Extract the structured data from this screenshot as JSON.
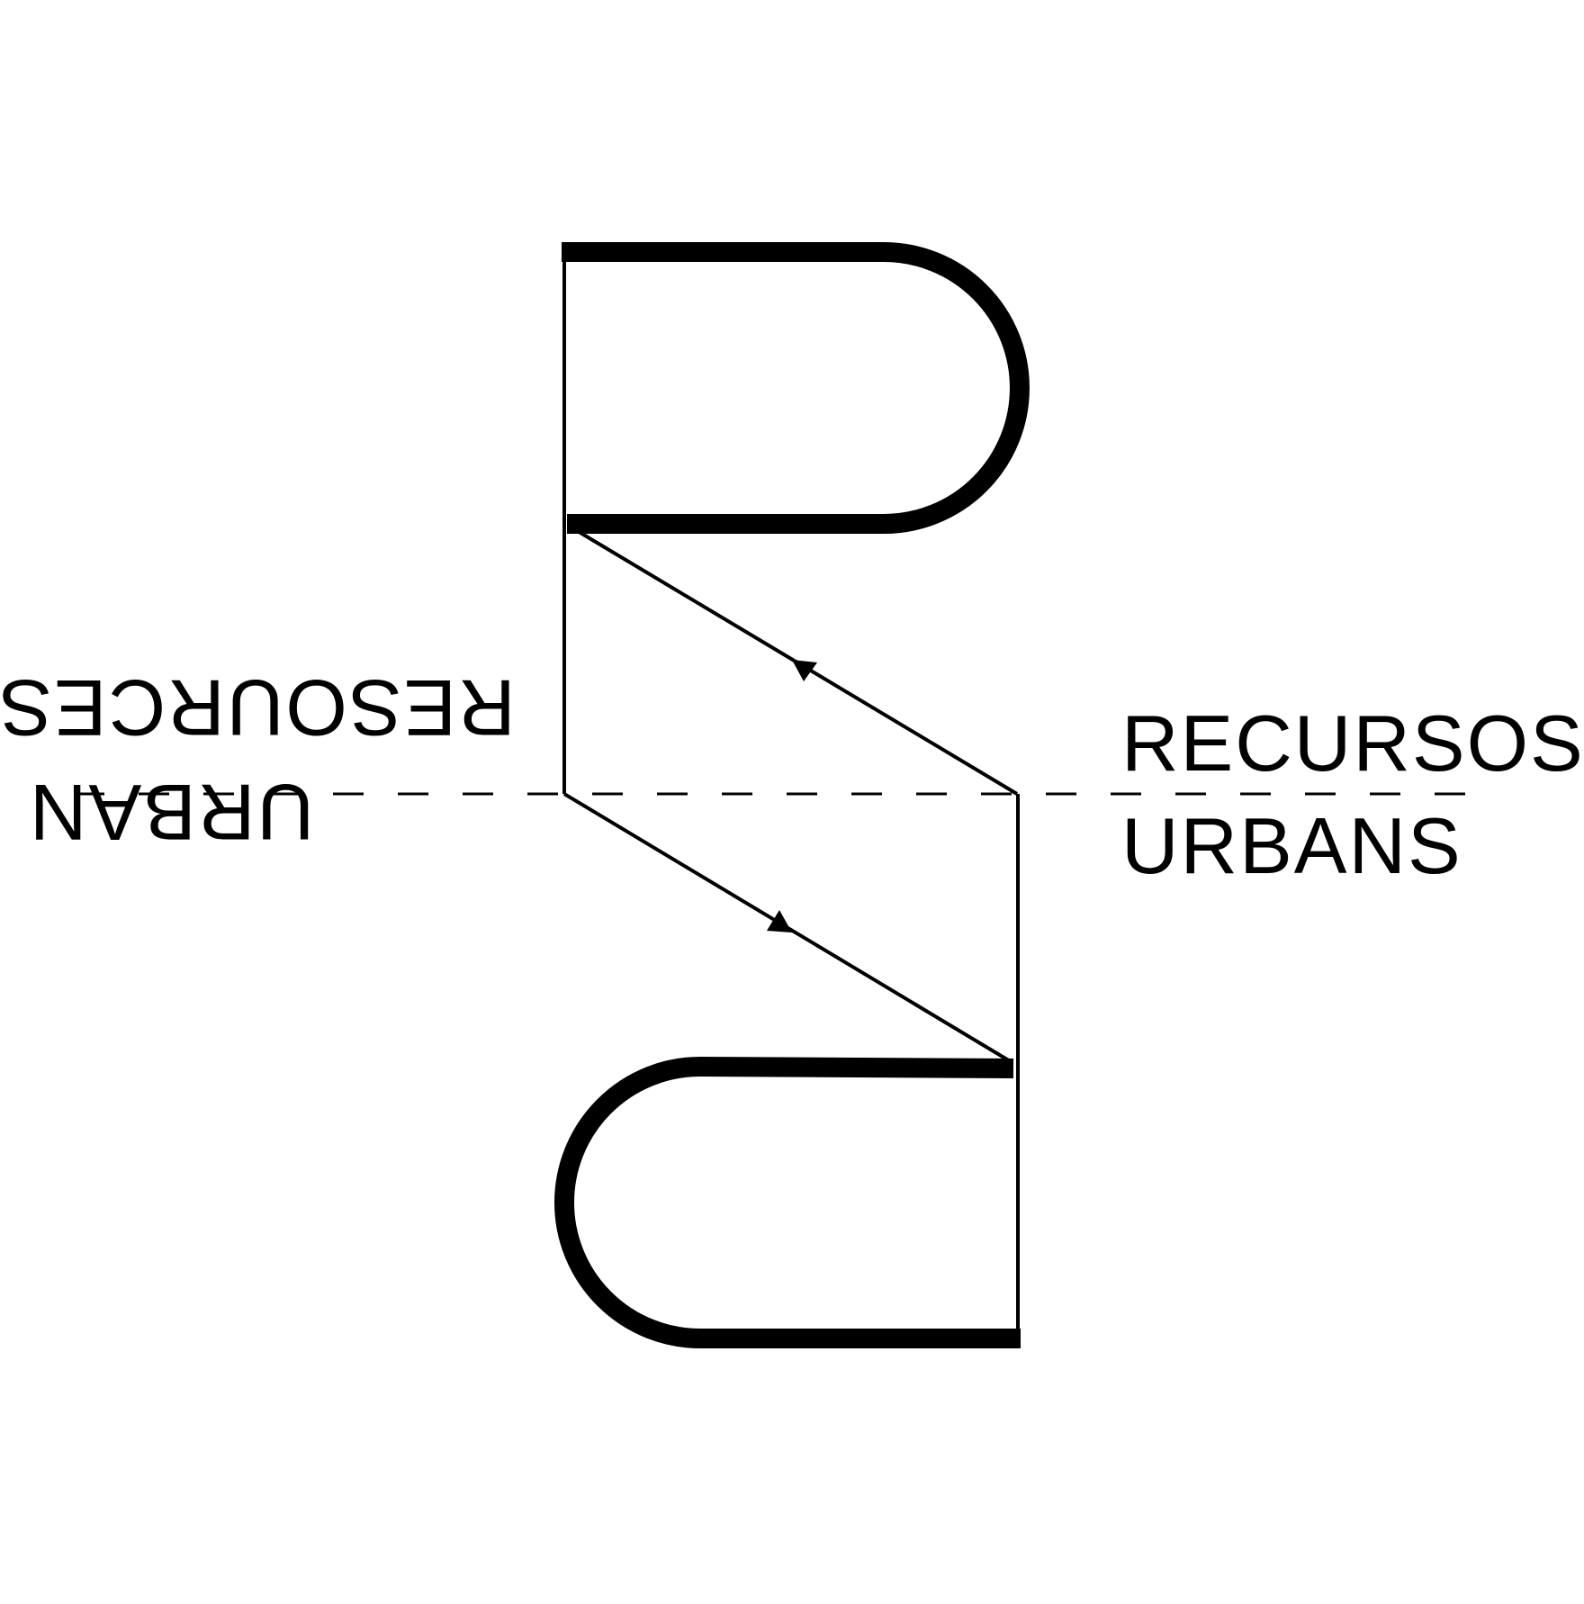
{
  "labels": {
    "left_line1": "RESOURCES",
    "left_line2": "URBAN",
    "right_line1": "RECURSOS",
    "right_line2": "URBANS"
  },
  "colors": {
    "ink": "#000000",
    "background": "#ffffff"
  }
}
